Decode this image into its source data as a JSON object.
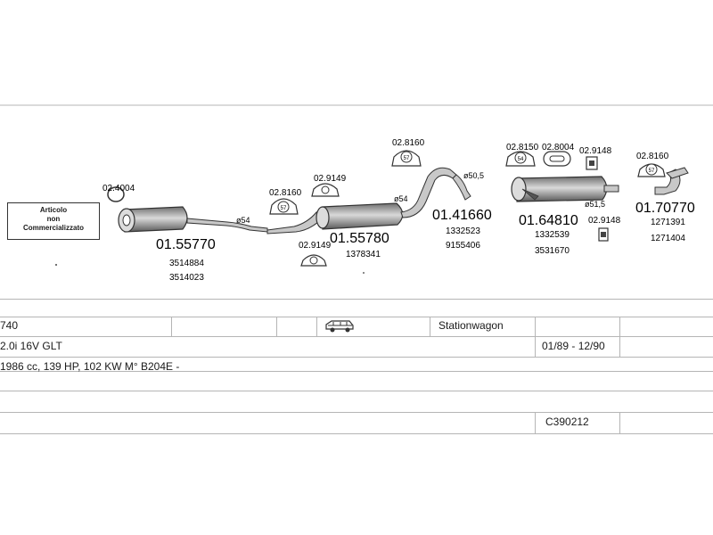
{
  "note": {
    "line1": "Articolo",
    "line2": "non",
    "line3": "Commercializzato"
  },
  "parts": {
    "clamp_a": "02.4004",
    "main1": "01.55770",
    "main1_ref1": "3514884",
    "main1_ref2": "3514023",
    "pipe_size1": "ø54",
    "clamp_b": "02.8160",
    "clamp_c": "02.9149",
    "clamp_d": "02.9149",
    "main2": "01.55780",
    "main2_ref1": "1378341",
    "pipe_size2": "ø54",
    "clamp_e": "02.8160",
    "pipe_size3": "ø50,5",
    "main3": "01.41660",
    "main3_ref1": "1332523",
    "main3_ref2": "9155406",
    "clamp_f": "02.8150",
    "clamp_g": "02.8004",
    "clamp_h": "02.9148",
    "main4": "01.64810",
    "main4_ref1": "1332539",
    "main4_ref2": "3531670",
    "pipe_size4": "ø51,5",
    "clamp_i": "02.9148",
    "clamp_j": "02.8160",
    "main5": "01.70770",
    "main5_ref1": "1271391",
    "main5_ref2": "1271404"
  },
  "table": {
    "model": "740",
    "body_type": "Stationwagon",
    "engine": "2.0i 16V GLT",
    "period": "01/89 - 12/90",
    "spec": "1986 cc, 139 HP, 102 KW M° B204E -",
    "code": "C390212"
  },
  "colors": {
    "line": "#b5b5b5",
    "part_fill": "#8a8a8a",
    "part_stroke": "#333333"
  }
}
